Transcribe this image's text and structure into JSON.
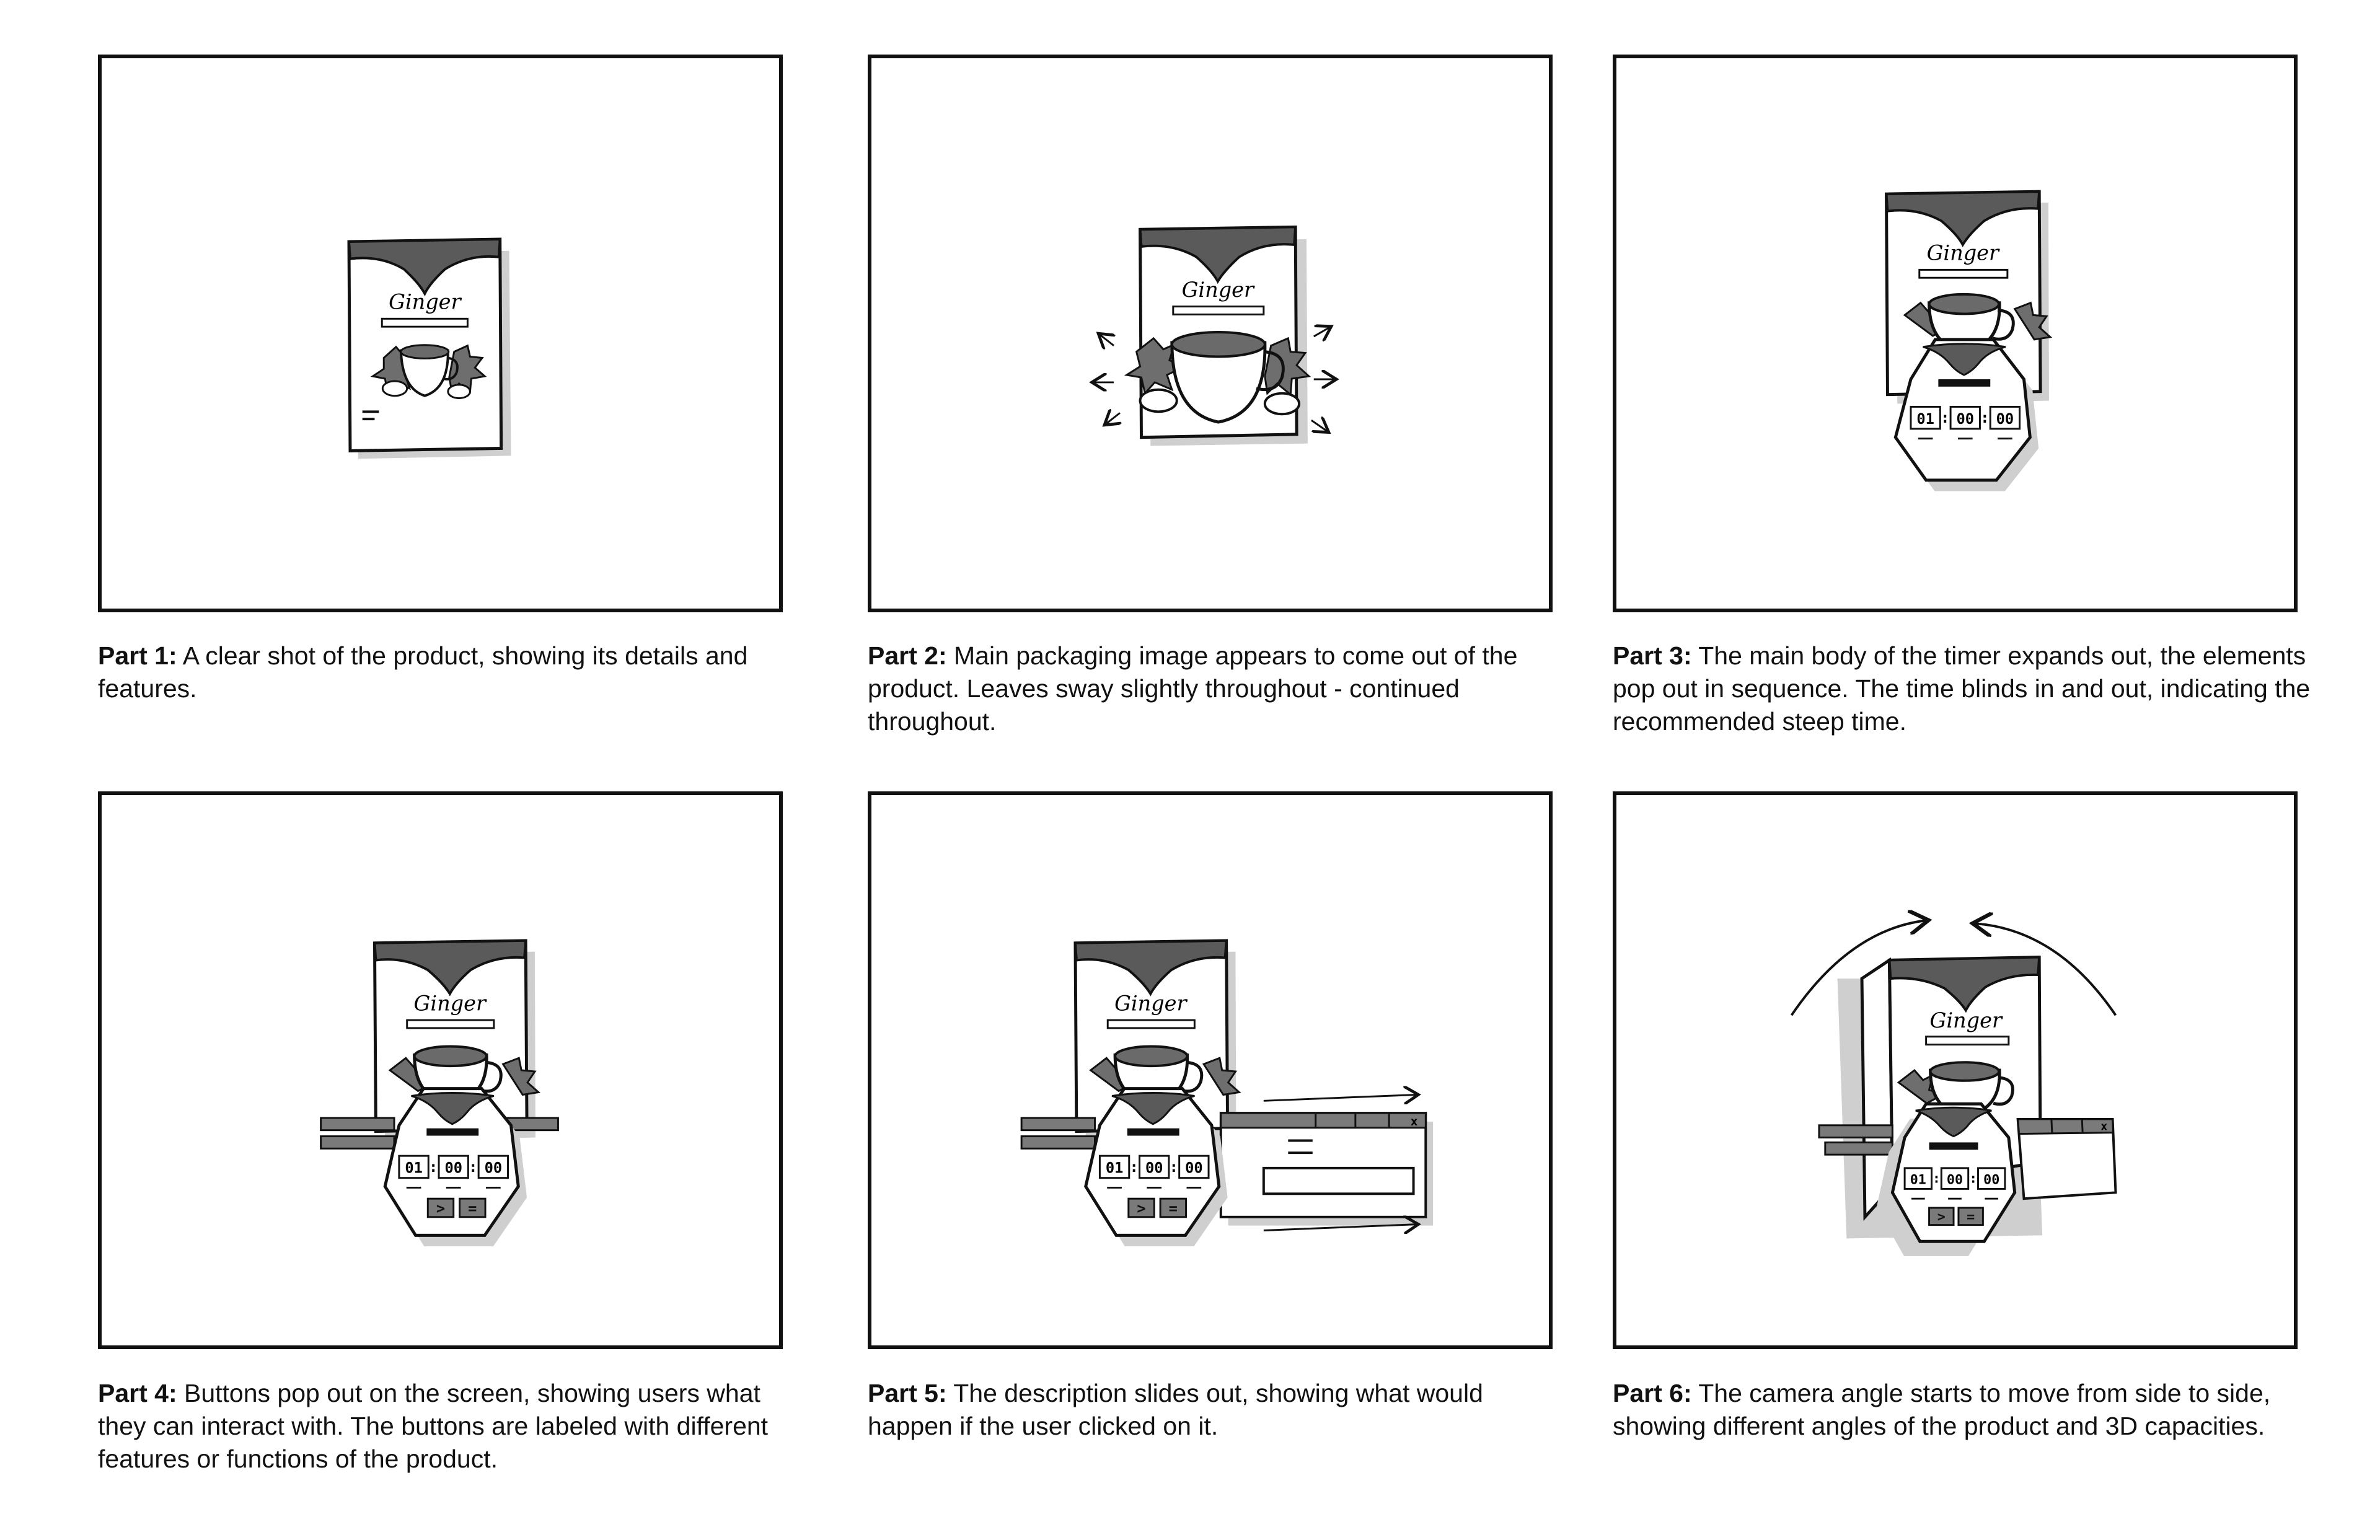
{
  "colors": {
    "ink": "#111111",
    "packet_tab": "#5a5a5a",
    "shadow": "#c8c8c8",
    "leaf": "#6e6e6e",
    "tea": "#6a6a6a",
    "bar": "#7a7a7a"
  },
  "product": {
    "label": "Ginger"
  },
  "timer": {
    "hours": "01",
    "minutes": "00",
    "seconds": "00",
    "sep": ":"
  },
  "buttons": {
    "play": ">",
    "menu": "="
  },
  "window": {
    "close": "x"
  },
  "panels": [
    {
      "part": "Part 1:",
      "text": " A clear shot of the product, showing its details and features."
    },
    {
      "part": "Part 2:",
      "text": " Main packaging image appears to come out of the product. Leaves sway slightly throughout - continued throughout."
    },
    {
      "part": "Part 3:",
      "text": " The main body of the timer expands out, the elements pop out in sequence. The time blinds in and out, indicating the recommended steep time."
    },
    {
      "part": "Part 4:",
      "text": " Buttons pop out on the screen, showing users what they can interact with. The buttons are labeled with different features or functions of the product."
    },
    {
      "part": "Part 5:",
      "text": " The description slides out, showing what would happen if the user clicked on it."
    },
    {
      "part": "Part 6:",
      "text": " The camera angle starts to move from side to side, showing different angles of the product and 3D capacities."
    }
  ]
}
